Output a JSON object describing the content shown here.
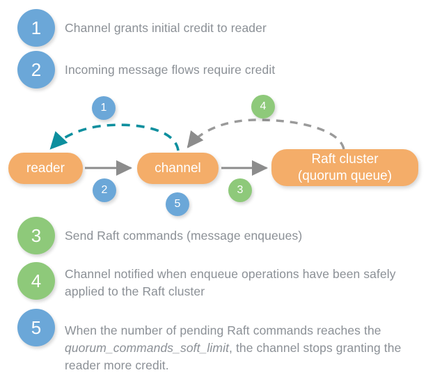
{
  "palette": {
    "blue": "#6ba7d8",
    "green": "#8ec97a",
    "orange": "#f4ad69",
    "teal": "#0d8f9e",
    "gray_arrow": "#8c8c8c",
    "text_gray": "#8b9096",
    "background": "#ffffff"
  },
  "legend": {
    "items": [
      {
        "number": "1",
        "color": "blue",
        "text": "Channel grants initial credit to reader"
      },
      {
        "number": "2",
        "color": "blue",
        "text": "Incoming message flows require credit"
      },
      {
        "number": "3",
        "color": "green",
        "text": "Send Raft commands (message enqueues)"
      },
      {
        "number": "4",
        "color": "green",
        "text": "Channel notified when enqueue operations have been safely applied to the Raft cluster"
      },
      {
        "number": "5",
        "color": "blue",
        "text_before": "When the number of pending Raft commands reaches the ",
        "text_italic": "quorum_commands_soft_limit",
        "text_after": ", the channel stops granting the reader more credit."
      }
    ]
  },
  "diagram": {
    "nodes": [
      {
        "id": "reader",
        "label": "reader"
      },
      {
        "id": "channel",
        "label": "channel"
      },
      {
        "id": "raft",
        "label": "Raft cluster\n(quorum queue)"
      }
    ],
    "badges": [
      {
        "number": "1",
        "color": "blue",
        "meaning": "credit-grant-arrow-label"
      },
      {
        "number": "2",
        "color": "blue",
        "meaning": "reader-to-channel-label"
      },
      {
        "number": "3",
        "color": "green",
        "meaning": "channel-to-raft-label"
      },
      {
        "number": "4",
        "color": "green",
        "meaning": "raft-to-channel-label"
      },
      {
        "number": "5",
        "color": "blue",
        "meaning": "channel-soft-limit-label"
      }
    ],
    "edges": [
      {
        "from": "channel",
        "to": "reader",
        "style": "dashed",
        "color": "teal",
        "badge": "1"
      },
      {
        "from": "reader",
        "to": "channel",
        "style": "solid",
        "color": "gray",
        "badge": "2"
      },
      {
        "from": "channel",
        "to": "raft",
        "style": "solid",
        "color": "gray",
        "badge": "3"
      },
      {
        "from": "raft",
        "to": "channel",
        "style": "dashed",
        "color": "gray",
        "badge": "4"
      }
    ]
  }
}
